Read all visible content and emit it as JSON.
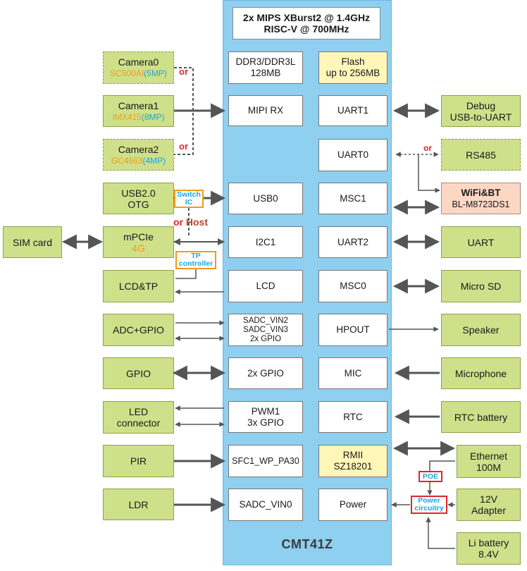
{
  "chip": {
    "header_line1": "2x MIPS XBurst2 @ 1.4GHz",
    "header_line2": "RISC-V @ 700MHz",
    "name": "CMT41Z"
  },
  "inner_left": {
    "ddr": [
      "DDR3/DDR3L",
      "128MB"
    ],
    "mipi": "MIPI RX",
    "usb0": "USB0",
    "i2c1": "I2C1",
    "lcd": "LCD",
    "sadc": [
      "SADC_VIN2",
      "SADC_VIN3",
      "2x GPIO"
    ],
    "gpio": "2x GPIO",
    "pwm": [
      "PWM1",
      "3x GPIO"
    ],
    "sfc": "SFC1_WP_PA30",
    "sadc0": "SADC_VIN0"
  },
  "inner_right": {
    "flash": [
      "Flash",
      "up to 256MB"
    ],
    "uart1": "UART1",
    "uart0": "UART0",
    "msc1": "MSC1",
    "uart2": "UART2",
    "msc0": "MSC0",
    "hpout": "HPOUT",
    "mic": "MIC",
    "rtc": "RTC",
    "rmii": [
      "RMII",
      "SZ18201"
    ],
    "power": "Power"
  },
  "left": {
    "camera0": {
      "name": "Camera0",
      "sensor": "SC500AI",
      "res": "(5MP)"
    },
    "camera1": {
      "name": "Camera1",
      "sensor": "IMX415",
      "res": "(8MP)"
    },
    "camera2": {
      "name": "Camera2",
      "sensor": "GC4663",
      "res": "(4MP)"
    },
    "usb_otg": [
      "USB2.0",
      "OTG"
    ],
    "sim": "SIM card",
    "mpcie": [
      "mPCIe",
      "4G"
    ],
    "lcdtp": "LCD&TP",
    "adc": "ADC+GPIO",
    "gpio": "GPIO",
    "led": [
      "LED",
      "connector"
    ],
    "pir": "PIR",
    "ldr": "LDR"
  },
  "right": {
    "debug": [
      "Debug",
      "USB-to-UART"
    ],
    "rs485": "RS485",
    "wifi": [
      "WiFi&BT",
      "BL-M8723DS1"
    ],
    "uart": "UART",
    "microsd": "Micro SD",
    "speaker": "Speaker",
    "microphone": "Microphone",
    "rtc_battery": "RTC battery",
    "ethernet": [
      "Ethernet",
      "100M"
    ],
    "adapter": [
      "12V",
      "Adapter"
    ],
    "battery": [
      "Li battery",
      "8.4V"
    ]
  },
  "tags": {
    "switch_ic": [
      "Switch",
      "IC"
    ],
    "tp_controller": [
      "TP",
      "controller"
    ],
    "poe": "POE",
    "power_circuitry": [
      "Power",
      "circuitry"
    ]
  },
  "labels": {
    "or": "or",
    "host": "Host"
  },
  "colors": {
    "chip": "#8fcff0",
    "green_box": "#cfe08a",
    "arrow": "#555555",
    "or_red": "#e0262b",
    "sensor_orange": "#f39a1a",
    "res_blue": "#17a6e0"
  }
}
